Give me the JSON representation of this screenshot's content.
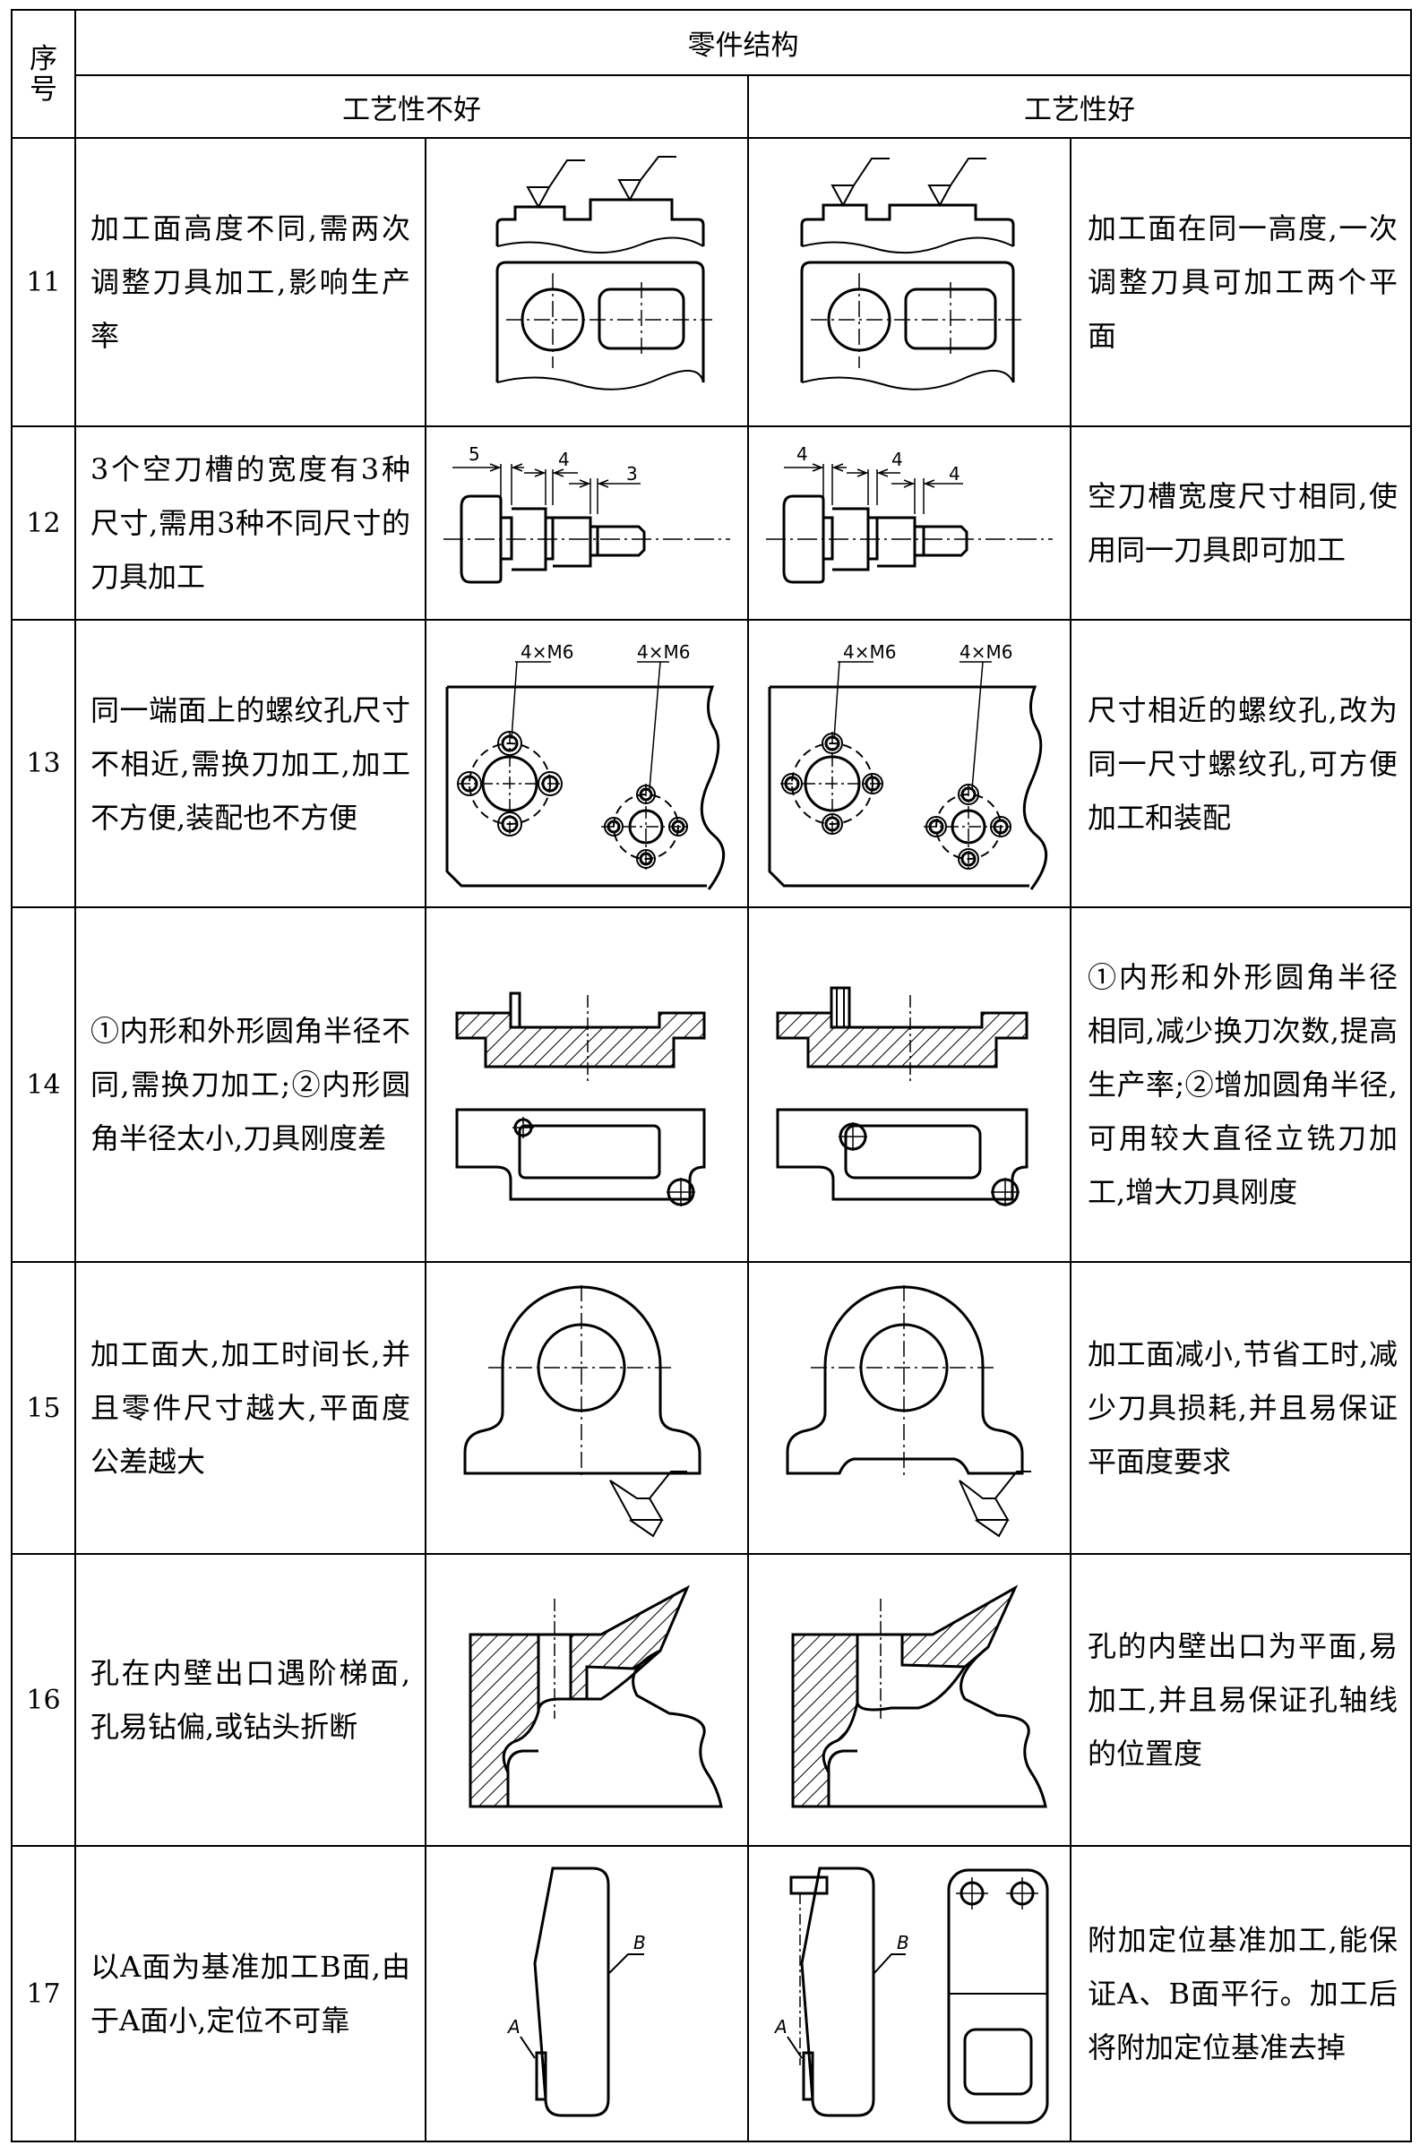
{
  "header": {
    "seq": "序号",
    "structure": "零件结构",
    "bad": "工艺性不好",
    "good": "工艺性好"
  },
  "rows": [
    {
      "no": "11",
      "bad": "加工面高度不同,需两次调整刀具加工,影响生产率",
      "good": "加工面在同一高度,一次调整刀具可加工两个平面"
    },
    {
      "no": "12",
      "bad": "3个空刀槽的宽度有3种尺寸,需用3种不同尺寸的刀具加工",
      "good": "空刀槽宽度尺寸相同,使用同一刀具即可加工"
    },
    {
      "no": "13",
      "bad": "同一端面上的螺纹孔尺寸不相近,需换刀加工,加工不方便,装配也不方便",
      "good": "尺寸相近的螺纹孔,改为同一尺寸螺纹孔,可方便加工和装配"
    },
    {
      "no": "14",
      "bad": "①内形和外形圆角半径不同,需换刀加工;②内形圆角半径太小,刀具刚度差",
      "good": "①内形和外形圆角半径相同,减少换刀次数,提高生产率;②增加圆角半径,可用较大直径立铣刀加工,增大刀具刚度"
    },
    {
      "no": "15",
      "bad": "加工面大,加工时间长,并且零件尺寸越大,平面度公差越大",
      "good": "加工面减小,节省工时,减少刀具损耗,并且易保证平面度要求"
    },
    {
      "no": "16",
      "bad": "孔在内壁出口遇阶梯面,孔易钻偏,或钻头折断",
      "good": "孔的内壁出口为平面,易加工,并且易保证孔轴线的位置度"
    },
    {
      "no": "17",
      "bad": "以A面为基准加工B面,由于A面小,定位不可靠",
      "good": "附加定位基准加工,能保证A、B面平行。加工后将附加定位基准去掉"
    }
  ],
  "figure_labels": {
    "dim_5": "5",
    "dim_4": "4",
    "dim_3": "3",
    "thread": "4×M6",
    "face_a": "A",
    "face_b": "B"
  }
}
